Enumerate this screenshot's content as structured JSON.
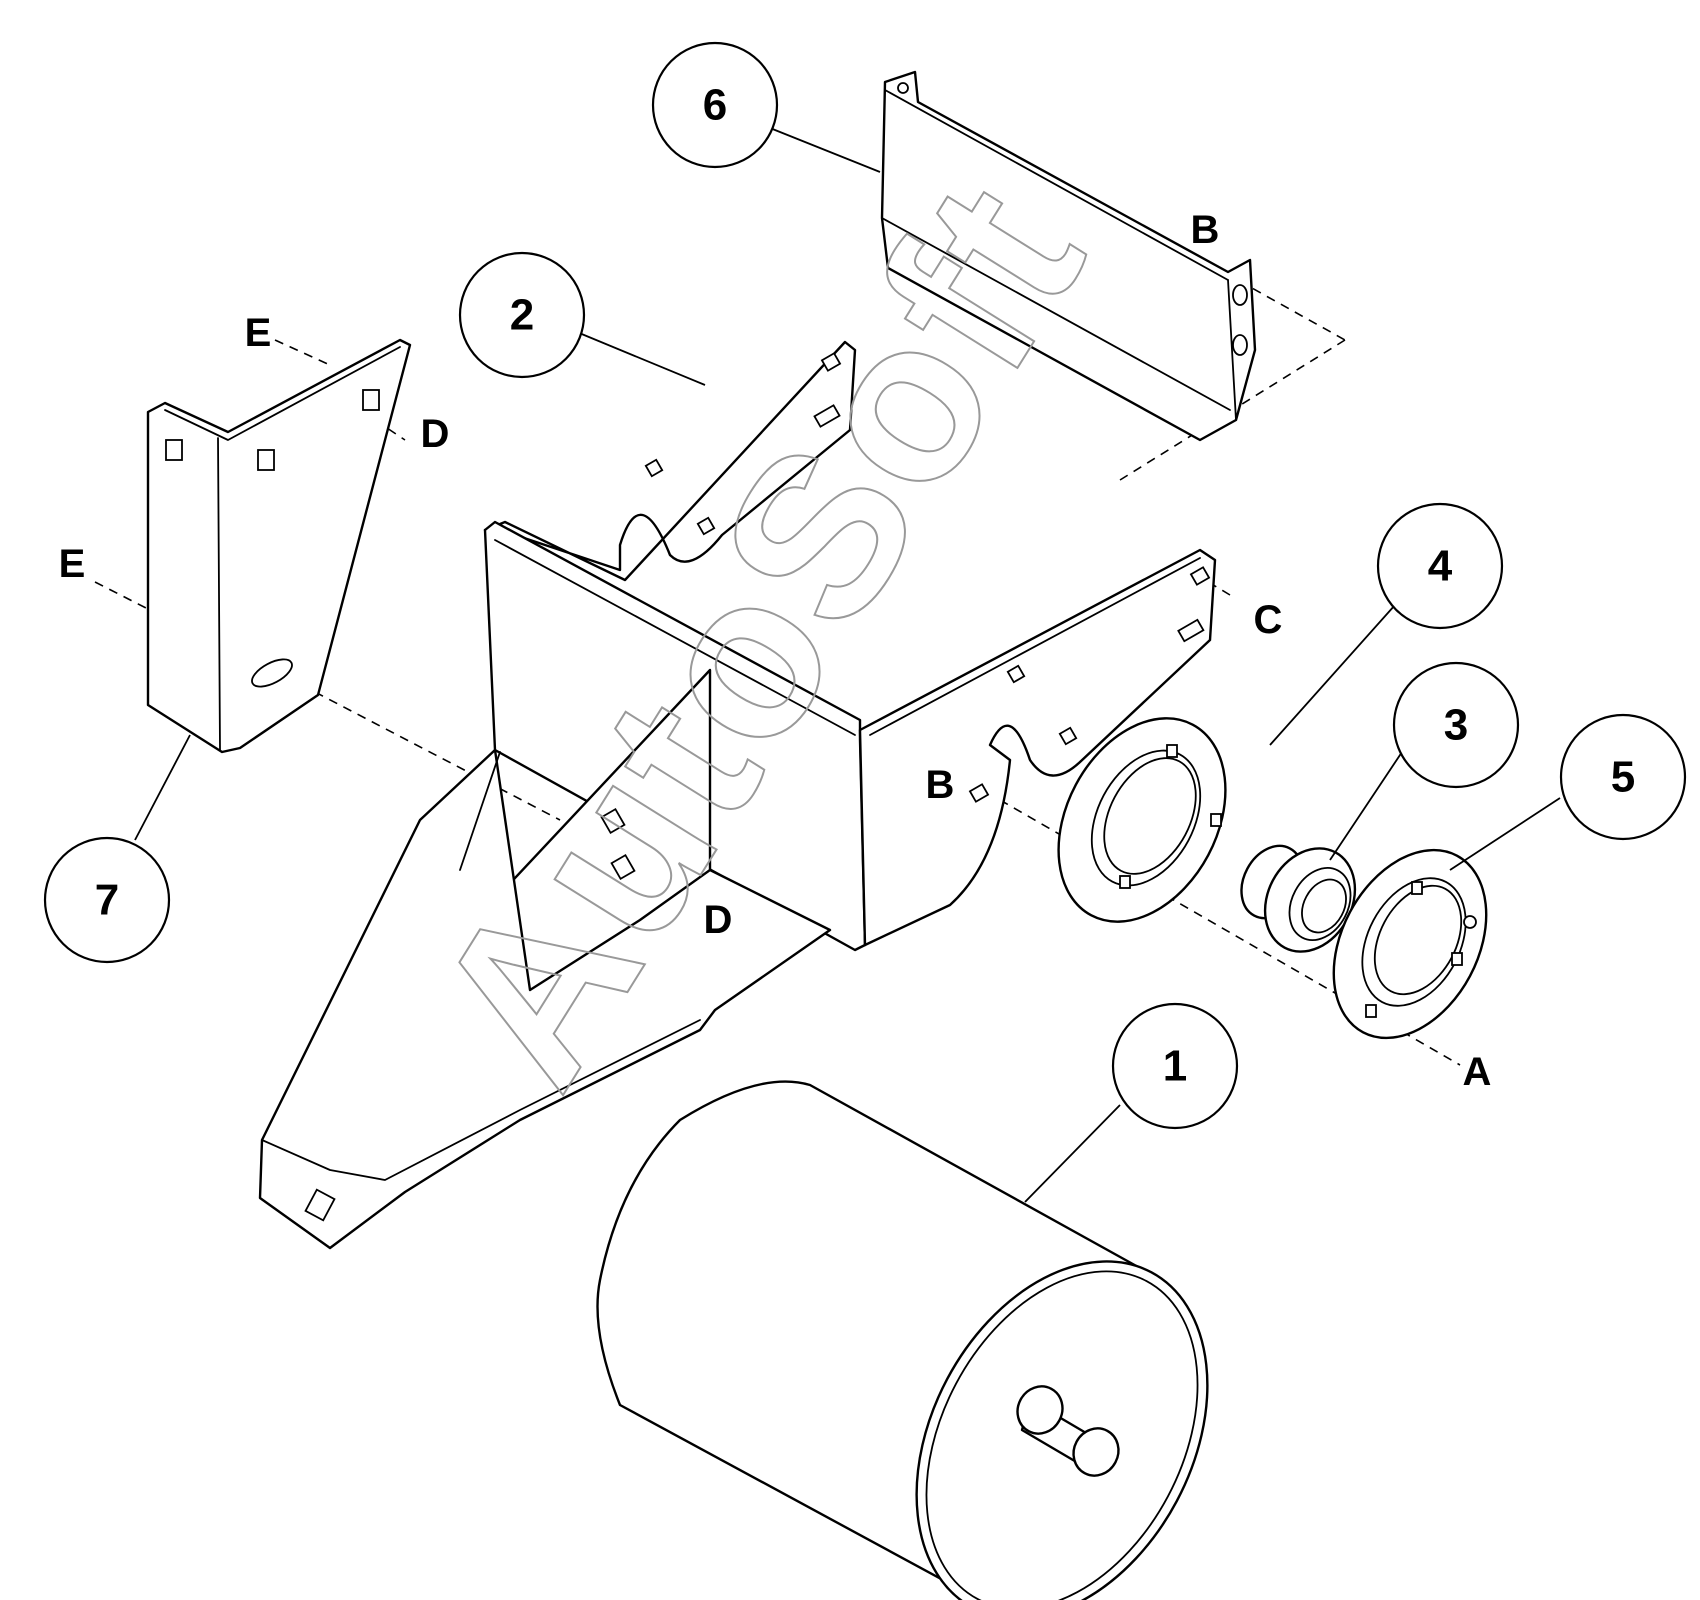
{
  "diagram": {
    "callouts": [
      {
        "id": "1",
        "label": "1"
      },
      {
        "id": "2",
        "label": "2"
      },
      {
        "id": "3",
        "label": "3"
      },
      {
        "id": "4",
        "label": "4"
      },
      {
        "id": "5",
        "label": "5"
      },
      {
        "id": "6",
        "label": "6"
      },
      {
        "id": "7",
        "label": "7"
      }
    ],
    "reference_letters": {
      "A": "A",
      "B": "B",
      "C": "C",
      "D": "D",
      "E": "E"
    },
    "watermark": "AutoSoft"
  }
}
